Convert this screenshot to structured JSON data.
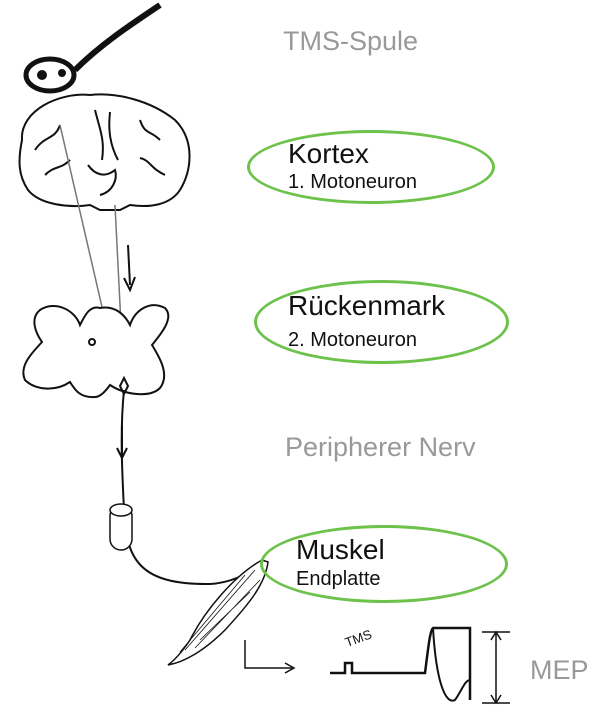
{
  "labels": {
    "coil": "TMS-Spule",
    "cortex_title": "Kortex",
    "cortex_sub": "1. Motoneuron",
    "spinal_title": "Rückenmark",
    "spinal_sub": "2. Motoneuron",
    "peripheral": "Peripherer Nerv",
    "muscle_title": "Muskel",
    "muscle_sub": "Endplatte",
    "tms_marker": "TMS",
    "mep": "MEP"
  },
  "colors": {
    "ellipse": "#6cc24a",
    "gray_text": "#999999",
    "line": "#111111"
  }
}
